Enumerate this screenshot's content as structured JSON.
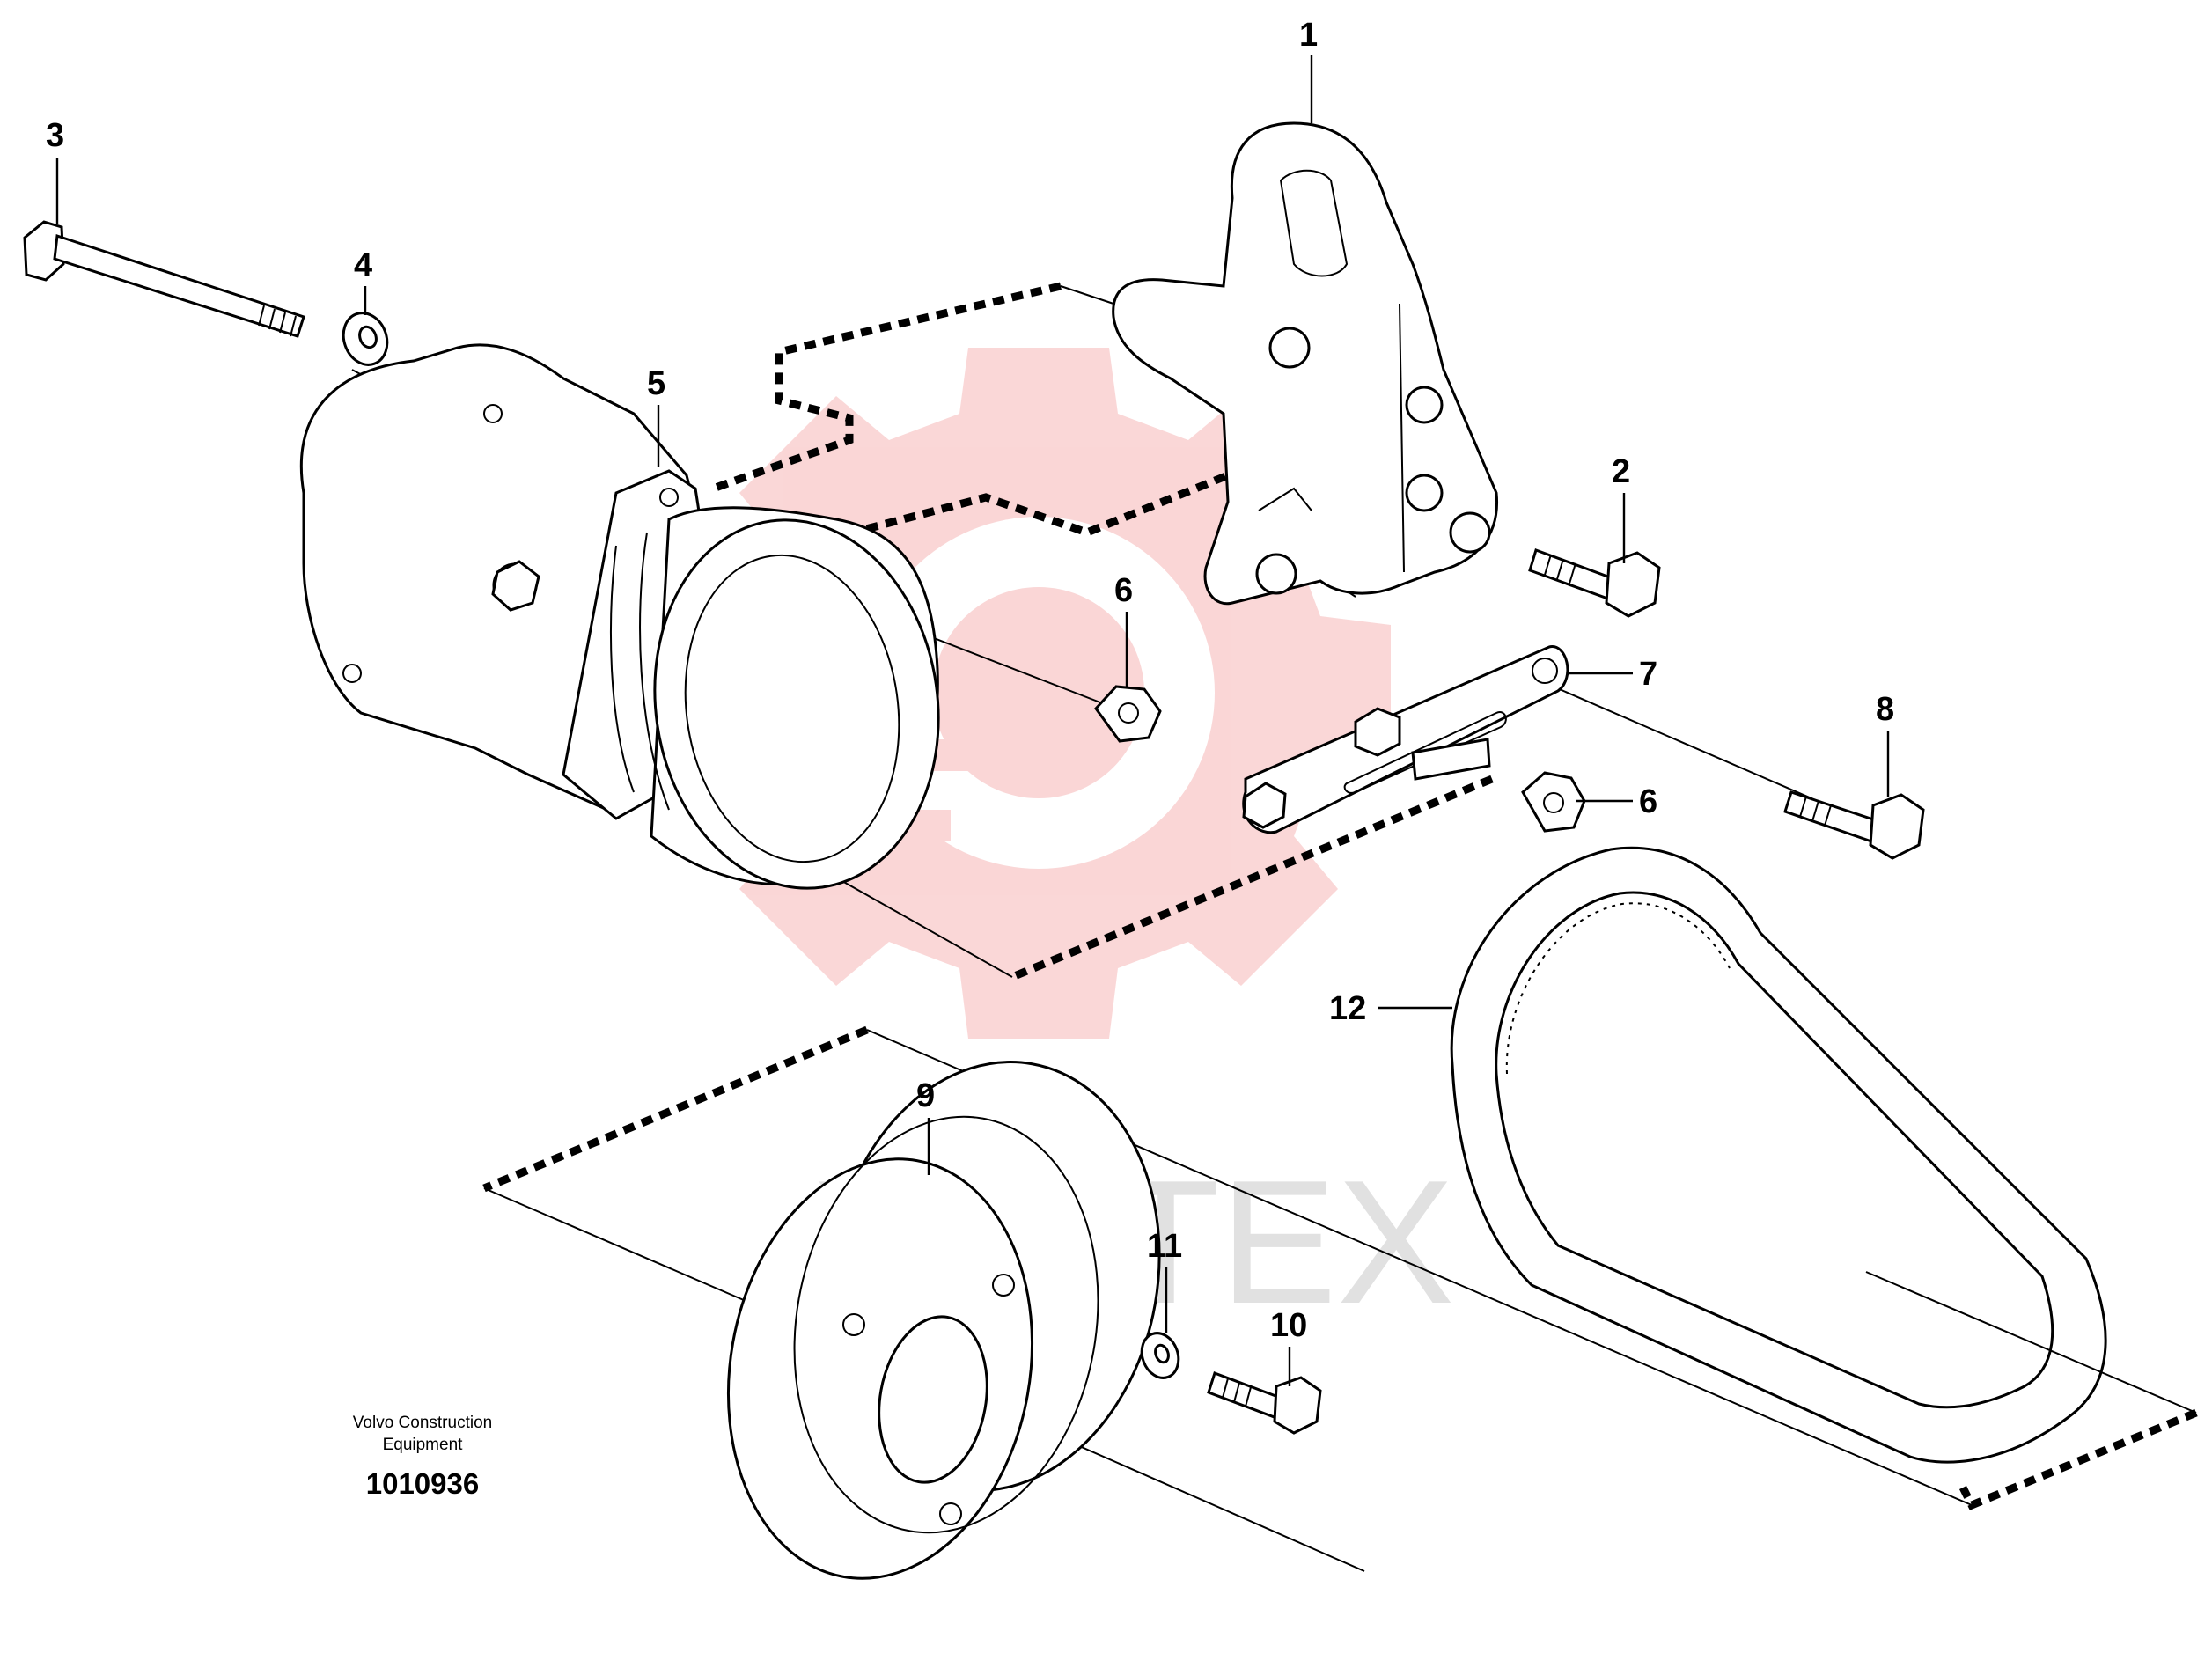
{
  "diagram": {
    "callouts": {
      "c1": "1",
      "c2": "2",
      "c3": "3",
      "c4": "4",
      "c5": "5",
      "c6a": "6",
      "c6b": "6",
      "c7": "7",
      "c8": "8",
      "c9": "9",
      "c10": "10",
      "c11": "11",
      "c12": "12"
    },
    "caption": {
      "line1": "Volvo Construction",
      "line2": "Equipment",
      "number": "1010936"
    },
    "watermark": {
      "text": "VIHTEX",
      "color": "#f4a6a6"
    }
  }
}
